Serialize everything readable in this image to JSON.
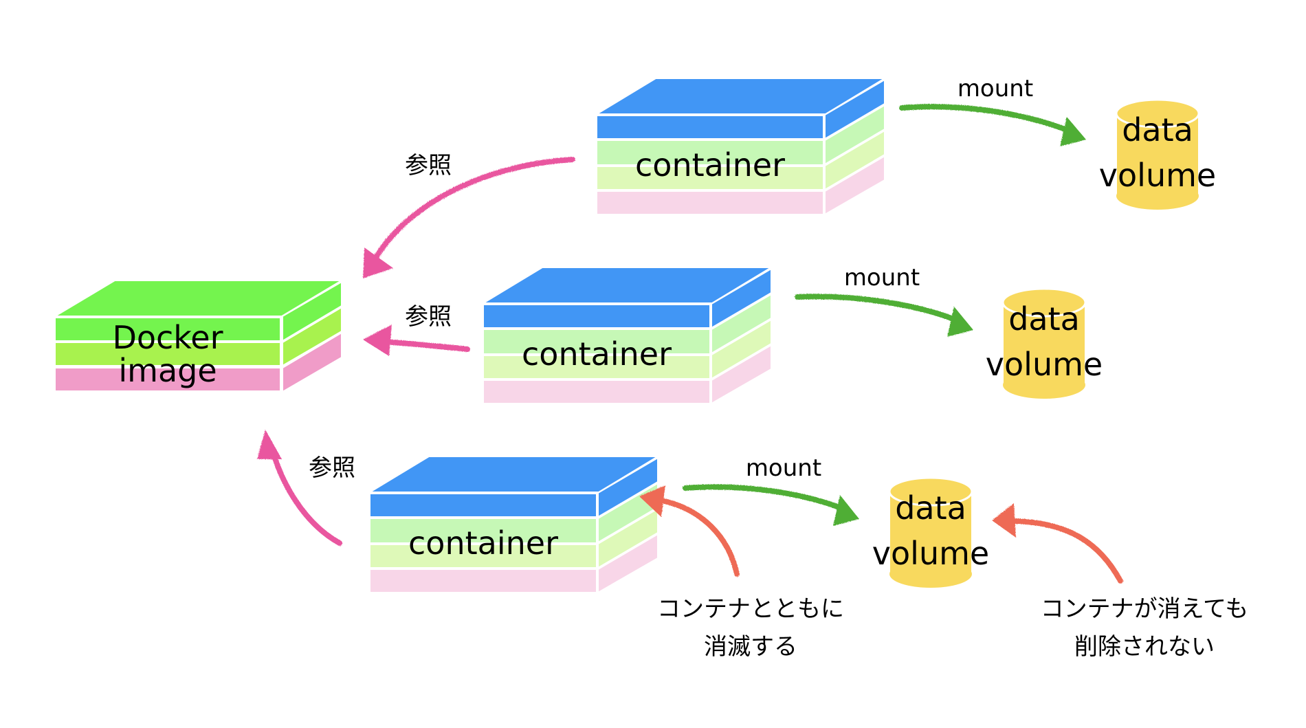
{
  "colors": {
    "image_top": "#74F44E",
    "image_mid": "#A8F24E",
    "image_bottom": "#F09CC8",
    "container_top": "#4196F5",
    "container_layer1": "#C6F8B6",
    "container_layer2": "#DEF9B8",
    "container_layer3": "#F8D6E8",
    "volume": "#F8D95E",
    "arrow_ref": "#E9579F",
    "arrow_mount": "#4FAE34",
    "arrow_note": "#EE6B55"
  },
  "docker_image": {
    "line1": "Docker",
    "line2": "image"
  },
  "containers": [
    {
      "label": "container"
    },
    {
      "label": "container"
    },
    {
      "label": "container"
    }
  ],
  "volumes": [
    {
      "line1": "data",
      "line2": "volume"
    },
    {
      "line1": "data",
      "line2": "volume"
    },
    {
      "line1": "data",
      "line2": "volume"
    }
  ],
  "ref_labels": [
    "参照",
    "参照",
    "参照"
  ],
  "mount_labels": [
    "mount",
    "mount",
    "mount"
  ],
  "notes": {
    "container_note": {
      "line1": "コンテナとともに",
      "line2": "消滅する"
    },
    "volume_note": {
      "line1": "コンテナが消えても",
      "line2": "削除されない"
    }
  }
}
